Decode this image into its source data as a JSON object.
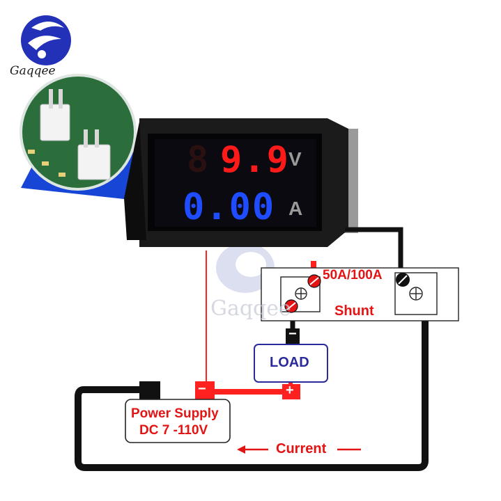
{
  "brand": {
    "name": "Gaqqee",
    "watermark": "Gaqqee"
  },
  "meter": {
    "voltage_reading": "9.9",
    "current_reading": "0.00",
    "voltage_unit": "V",
    "current_unit": "A",
    "voltage_color": "#ff1a1a",
    "current_color": "#1f4cff"
  },
  "shunt": {
    "rating": "50A/100A",
    "label": "Shunt"
  },
  "load": {
    "label": "LOAD",
    "terminal": "−"
  },
  "power_supply": {
    "line1": "Power Supply",
    "line2": "DC 7 -110V",
    "neg_terminal": "−",
    "pos_terminal": "+"
  },
  "flow": {
    "label": "Current"
  },
  "colors": {
    "wire_red": "#ff2020",
    "wire_black": "#111111",
    "label_red": "#e31414",
    "load_blue": "#2a2a9a"
  }
}
